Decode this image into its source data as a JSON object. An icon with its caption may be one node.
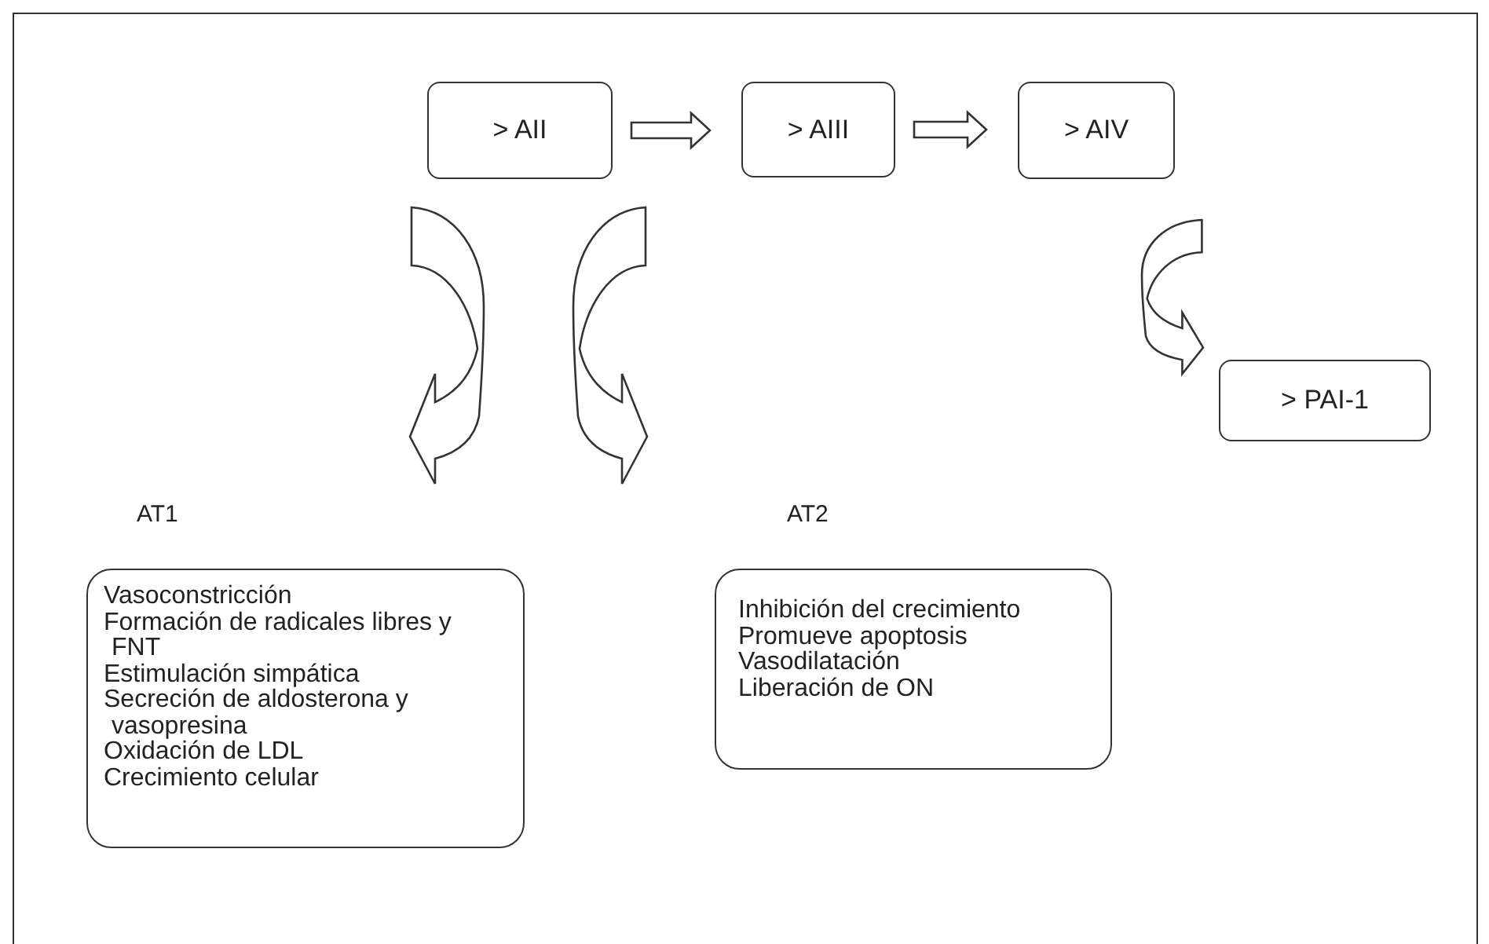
{
  "diagram": {
    "nodes": [
      {
        "text": [
          "> AII"
        ]
      },
      {
        "text": [
          "> AIII"
        ]
      },
      {
        "text": [
          "> AIV"
        ]
      },
      {
        "text": [
          "> PAI-1"
        ]
      },
      {
        "text": [
          "AT1",
          "Vasoconstricción",
          "Formación de radicales libres y FNT",
          "Estimulación simpática",
          "Secreción de aldosterona y vasopresina",
          "Oxidación de LDL",
          "Crecimiento celular"
        ]
      },
      {
        "text": [
          "AT2",
          "Inhibición del crecimiento",
          "Promueve apoptosis",
          "Vasodilatación",
          "Liberación de ON"
        ]
      }
    ],
    "edges": [
      {
        "from": 0,
        "to": 1,
        "arrow": "to"
      },
      {
        "from": 1,
        "to": 2,
        "arrow": "to"
      },
      {
        "from": 0,
        "to": 4,
        "arrow": "to"
      },
      {
        "from": 0,
        "to": 5,
        "arrow": "to"
      },
      {
        "from": 2,
        "to": 3,
        "arrow": "to"
      }
    ]
  }
}
